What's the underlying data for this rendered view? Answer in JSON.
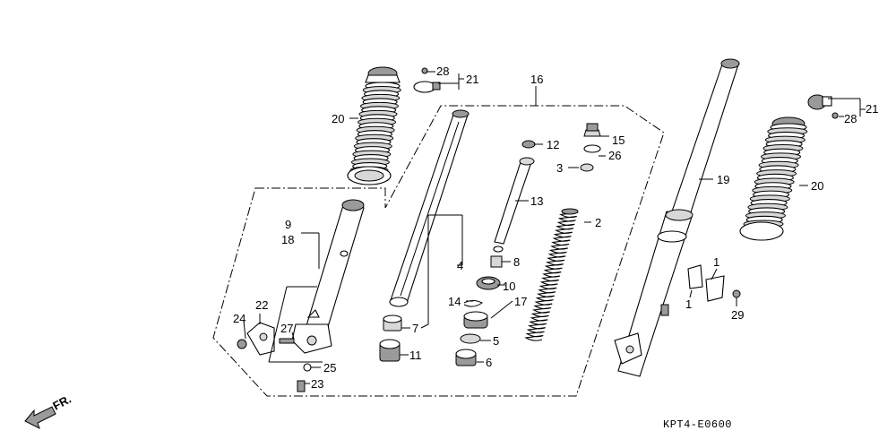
{
  "diagram": {
    "code": "KPT4-E0600",
    "fr_arrow_label": "FR.",
    "callouts": {
      "p1a": "1",
      "p1b": "1",
      "p2": "2",
      "p3": "3",
      "p4": "4",
      "p5": "5",
      "p6": "6",
      "p7": "7",
      "p8": "8",
      "p9": "9",
      "p10": "10",
      "p11": "11",
      "p12": "12",
      "p13": "13",
      "p14": "14",
      "p15": "15",
      "p16": "16",
      "p17": "17",
      "p18": "18",
      "p19": "19",
      "p20a": "20",
      "p20b": "20",
      "p21a": "21",
      "p21b": "21",
      "p22": "22",
      "p23": "23",
      "p24": "24",
      "p25": "25",
      "p26": "26",
      "p27": "27",
      "p28a": "28",
      "p28b": "28",
      "p29": "29"
    }
  }
}
